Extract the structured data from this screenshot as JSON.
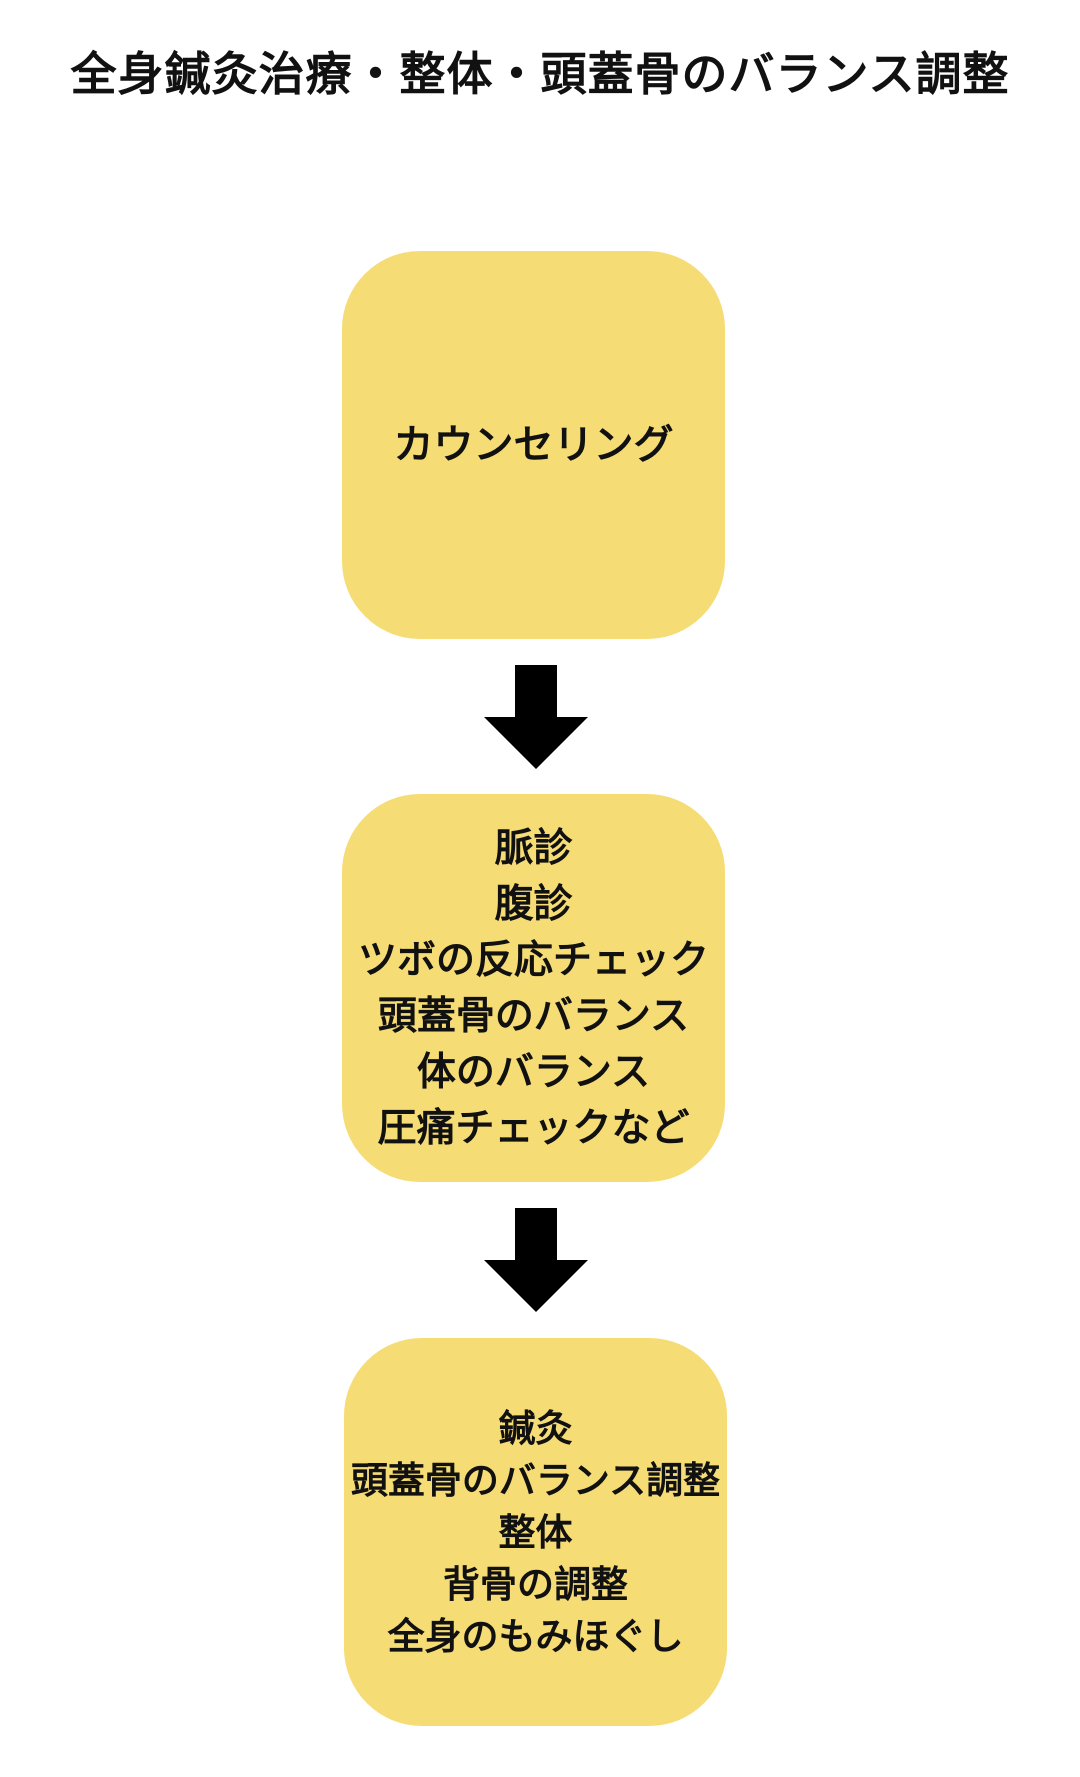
{
  "title": "全身鍼灸治療・整体・頭蓋骨のバランス調整",
  "steps": [
    {
      "lines": [
        "カウンセリング"
      ]
    },
    {
      "lines": [
        "脈診",
        "腹診",
        "ツボの反応チェック",
        "頭蓋骨のバランス",
        "体のバランス",
        "圧痛チェックなど"
      ]
    },
    {
      "lines": [
        "鍼灸",
        "頭蓋骨のバランス調整",
        "整体",
        "背骨の調整",
        "全身のもみほぐし"
      ]
    }
  ],
  "colors": {
    "box_fill": "#f6dc75",
    "arrow": "#000000",
    "text": "#111111"
  },
  "icons": [
    "arrow-down-icon"
  ]
}
